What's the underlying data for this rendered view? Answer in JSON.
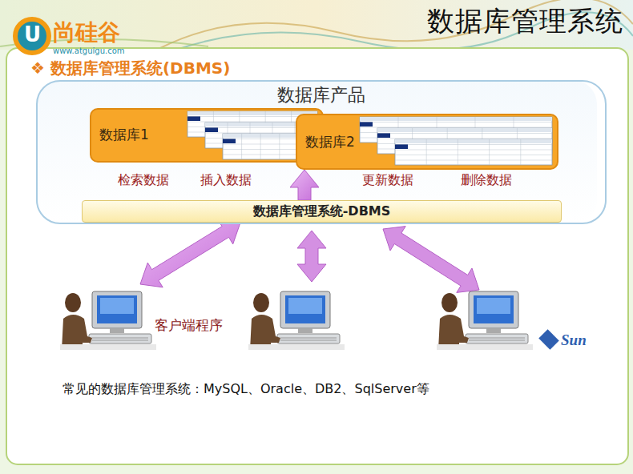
{
  "diagram": {
    "title": "数据库管理系统",
    "caption": "常见的数据库管理系统：MySQL、Oracle、DB2、SqlServer等",
    "nodes": [
      {
        "text": [
          "数据库产品"
        ]
      },
      {
        "text": [
          "数据库1"
        ],
        "in": 0
      },
      {
        "text": [
          "数据库2"
        ],
        "in": 0
      },
      {
        "text": [
          "数据库管理系统-DBMS"
        ],
        "in": 0
      },
      {
        "text": [
          "客户端程序"
        ]
      }
    ],
    "edges": [
      {
        "from": 3,
        "to": 2,
        "arrow": "to"
      },
      {
        "from": 3,
        "to": 4,
        "arrow": "both"
      }
    ],
    "labels": [
      "U",
      "尚硅谷",
      "www.atguigu.com",
      "❖ 数据库管理系统(DBMS)",
      "检索数据",
      "插入数据",
      "更新数据",
      "删除数据",
      "Sun"
    ]
  }
}
